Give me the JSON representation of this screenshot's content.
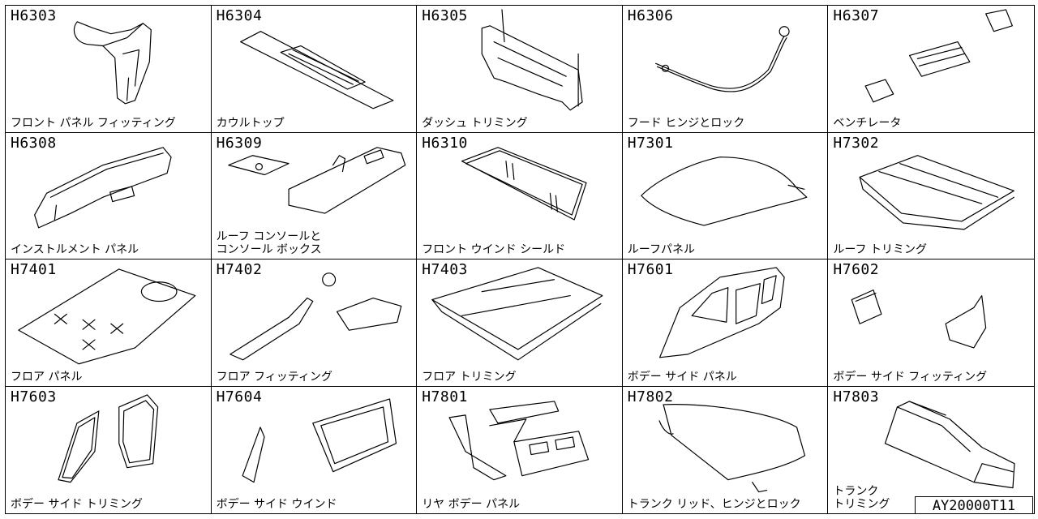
{
  "cells": [
    {
      "code": "H6303",
      "label": "フロント パネル フィッティング"
    },
    {
      "code": "H6304",
      "label": "カウルトップ"
    },
    {
      "code": "H6305",
      "label": "ダッシュ トリミング"
    },
    {
      "code": "H6306",
      "label": "フード ヒンジとロック"
    },
    {
      "code": "H6307",
      "label": "ベンチレータ"
    },
    {
      "code": "H6308",
      "label": "インストルメント パネル"
    },
    {
      "code": "H6309",
      "label": "ルーフ コンソールと\n コンソール ボックス"
    },
    {
      "code": "H6310",
      "label": "フロント ウインド シールド"
    },
    {
      "code": "H7301",
      "label": "ルーフパネル"
    },
    {
      "code": "H7302",
      "label": "ルーフ トリミング"
    },
    {
      "code": "H7401",
      "label": "フロア パネル"
    },
    {
      "code": "H7402",
      "label": "フロア フィッティング"
    },
    {
      "code": "H7403",
      "label": "フロア トリミング"
    },
    {
      "code": "H7601",
      "label": "ボデー サイド パネル"
    },
    {
      "code": "H7602",
      "label": "ボデー サイド フィッティング"
    },
    {
      "code": "H7603",
      "label": "ボデー サイド トリミング"
    },
    {
      "code": "H7604",
      "label": "ボデー サイド ウインド"
    },
    {
      "code": "H7801",
      "label": "リヤ ボデー パネル"
    },
    {
      "code": "H7802",
      "label": "トランク リッド、ヒンジとロック"
    },
    {
      "code": "H7803",
      "label": "トランク\n トリミング"
    }
  ],
  "doc_ref": "AY20000T11"
}
